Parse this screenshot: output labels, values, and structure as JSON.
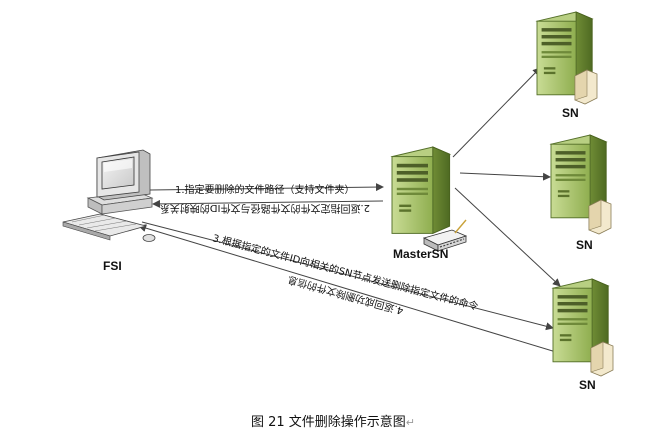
{
  "nodes": {
    "fsi": "FSI",
    "master": "MasterSN",
    "sn_top": "SN",
    "sn_mid": "SN",
    "sn_bottom": "SN"
  },
  "edges": {
    "e1": "1.指定要删除的文件路径（支持文件夹）",
    "e2": "2.返回指定文件的文件路径与文件ID的映射关系",
    "e3": "3.根据指定的文件ID向相关的SN节点发送删除指定文件的命令",
    "e4": "4.返回成功删除文件的信息"
  },
  "caption": {
    "text": "图 21 文件删除操作示意图",
    "return_mark": "↵"
  },
  "colors": {
    "server_green": "#9bb560",
    "server_dark": "#5f7a2e",
    "arrow": "#444444"
  }
}
